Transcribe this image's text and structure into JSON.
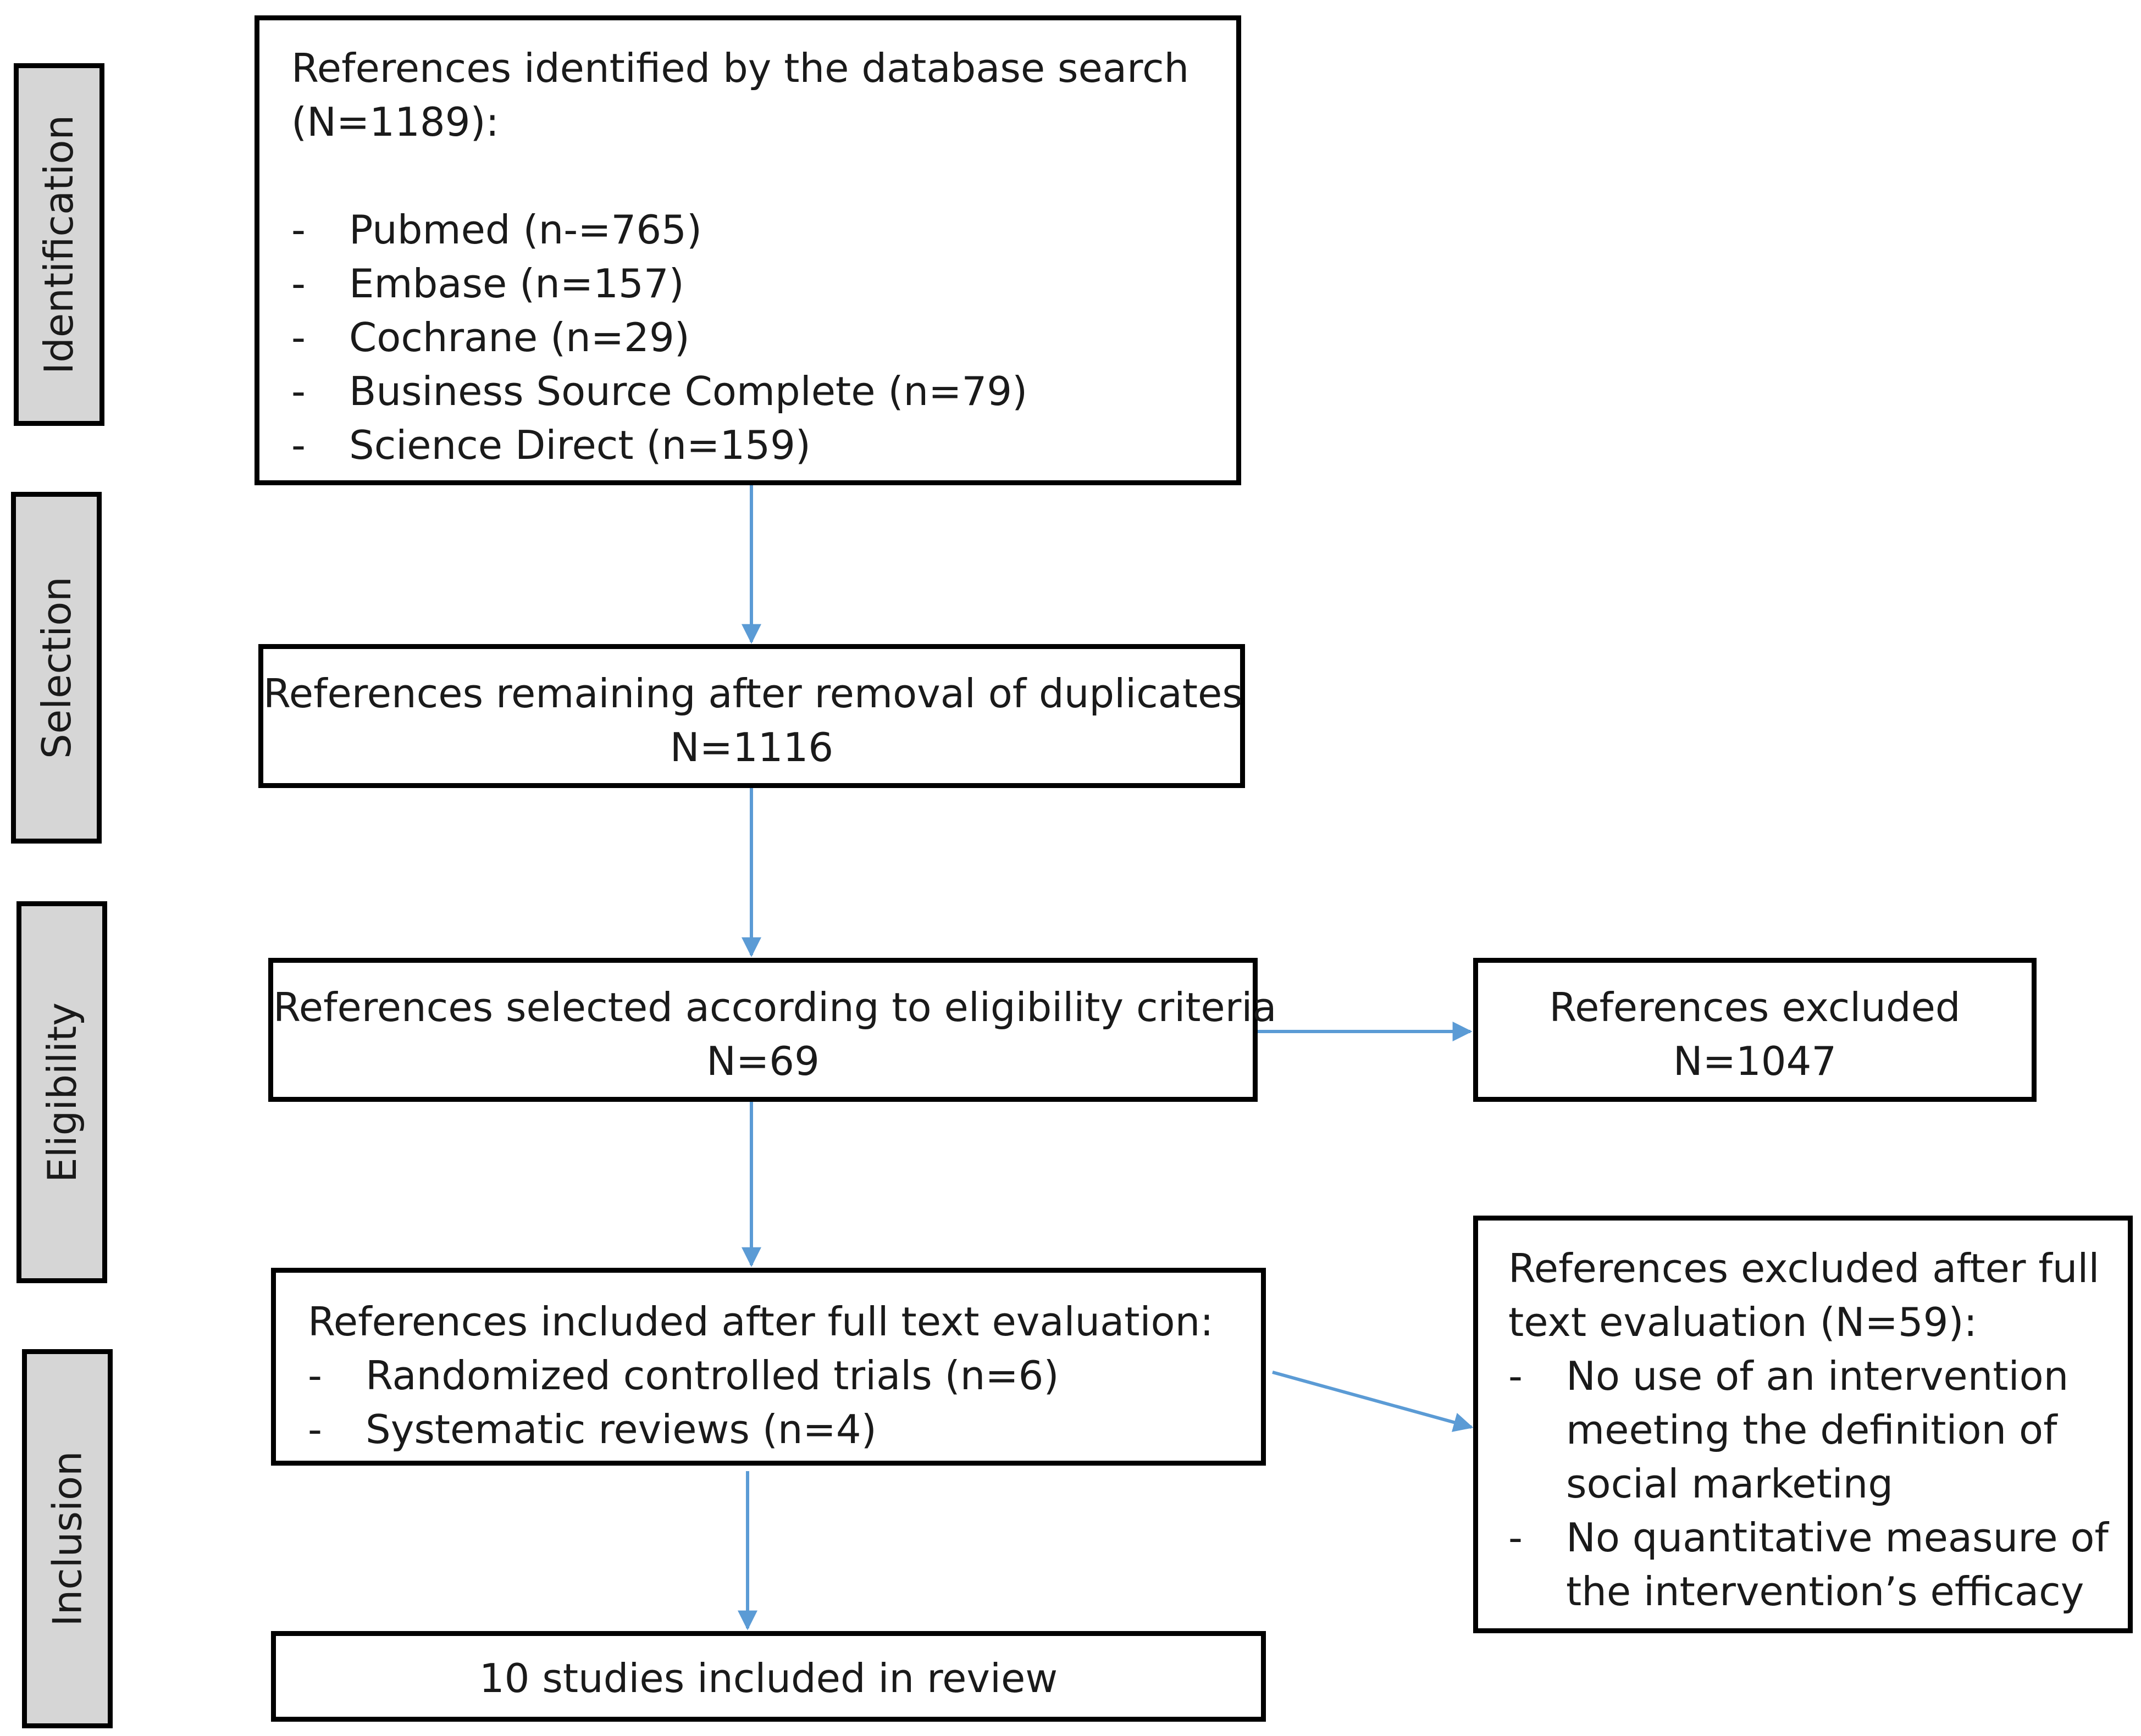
{
  "phases": {
    "identification": "Identification",
    "selection": "Selection",
    "eligibility": "Eligibility",
    "inclusion": "Inclusion"
  },
  "identified": {
    "title_line1": "References identified by the database search",
    "title_line2": "(N=1189):",
    "sources": [
      "Pubmed (n-=765)",
      "Embase (n=157)",
      "Cochrane (n=29)",
      "Business Source Complete (n=79)",
      "Science Direct (n=159)"
    ]
  },
  "deduplicated": {
    "line1": "References remaining after removal of duplicates",
    "line2": "N=1116"
  },
  "eligible": {
    "line1": "References selected according to eligibility criteria",
    "line2": "N=69"
  },
  "excluded": {
    "line1": "References excluded",
    "line2": "N=1047"
  },
  "included_fulltext": {
    "title": "References included after full text evaluation:",
    "items": [
      "Randomized controlled trials (n=6)",
      "Systematic reviews (n=4)"
    ]
  },
  "excluded_fulltext": {
    "title_line1": "References excluded after full",
    "title_line2": "text evaluation (N=59):",
    "reason1_lines": [
      "No use of an intervention",
      "meeting the definition of",
      "social marketing"
    ],
    "reason2_lines": [
      "No quantitative measure of",
      "the intervention’s efficacy"
    ]
  },
  "final": {
    "label": "10 studies included in review"
  },
  "colors": {
    "arrow": "#5b9bd5",
    "phase_fill": "#d6d6d6",
    "border": "#000000"
  },
  "bullet": "-"
}
